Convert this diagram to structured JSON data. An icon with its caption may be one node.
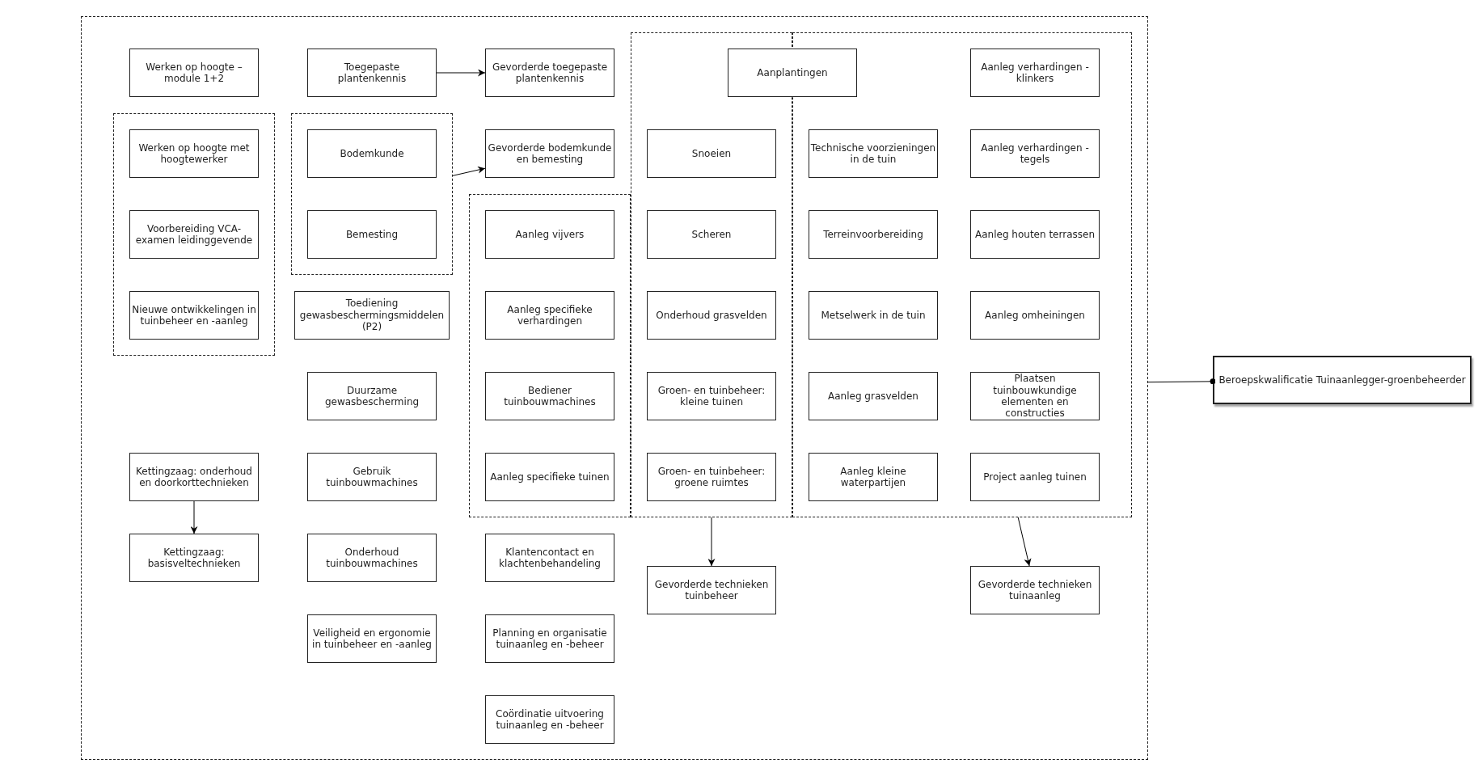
{
  "diagram": {
    "nodes": [
      {
        "text": [],
        "shape": "box"
      },
      {
        "text": [
          "Werken op hoogte – module 1+2"
        ],
        "in": 0
      },
      {
        "text": [
          "Toegepaste plantenkennis"
        ],
        "in": 0
      },
      {
        "text": [
          "Gevorderde toegepaste plantenkennis"
        ],
        "in": 0
      },
      {
        "text": [],
        "shape": "box",
        "in": 0
      },
      {
        "text": [],
        "shape": "box",
        "in": 0
      },
      {
        "text": [
          "Aanplantingen"
        ],
        "in": 0
      },
      {
        "text": [
          "Aanleg verhardingen - klinkers"
        ],
        "in": 5
      },
      {
        "text": [],
        "shape": "box",
        "in": 0
      },
      {
        "text": [],
        "shape": "box",
        "in": 0
      },
      {
        "text": [
          "Werken op hoogte met hoogtewerker"
        ],
        "in": 8
      },
      {
        "text": [
          "Bodemkunde"
        ],
        "in": 9
      },
      {
        "text": [
          "Gevorderde bodemkunde en bemesting"
        ],
        "in": 0
      },
      {
        "text": [
          "Snoeien"
        ],
        "in": 4
      },
      {
        "text": [
          "Technische voorzieningen in de tuin"
        ],
        "in": 5
      },
      {
        "text": [
          "Aanleg verhardingen - tegels"
        ],
        "in": 5
      },
      {
        "text": [],
        "shape": "box",
        "in": 0
      },
      {
        "text": [
          "Voorbereiding VCA-examen leidinggevende"
        ],
        "in": 8
      },
      {
        "text": [
          "Bemesting"
        ],
        "in": 9
      },
      {
        "text": [
          "Aanleg vijvers"
        ],
        "in": 16
      },
      {
        "text": [
          "Scheren"
        ],
        "in": 4
      },
      {
        "text": [
          "Terreinvoorbereiding"
        ],
        "in": 5
      },
      {
        "text": [
          "Aanleg houten terrassen"
        ],
        "in": 5
      },
      {
        "text": [
          "Nieuwe ontwikkelingen in tuinbeheer en -aanleg"
        ],
        "in": 8
      },
      {
        "text": [
          "Toediening gewasbeschermingsmiddelen (P2)"
        ],
        "in": 0
      },
      {
        "text": [
          "Aanleg specifieke verhardingen"
        ],
        "in": 16
      },
      {
        "text": [
          "Onderhoud grasvelden"
        ],
        "in": 4
      },
      {
        "text": [
          "Metselwerk in de tuin"
        ],
        "in": 5
      },
      {
        "text": [
          "Aanleg omheiningen"
        ],
        "in": 5
      },
      {
        "text": [
          "Duurzame gewasbescherming"
        ],
        "in": 0
      },
      {
        "text": [
          "Bediener tuinbouwmachines"
        ],
        "in": 16
      },
      {
        "text": [
          "Groen- en tuinbeheer: kleine tuinen"
        ],
        "in": 4
      },
      {
        "text": [
          "Aanleg grasvelden"
        ],
        "in": 5
      },
      {
        "text": [
          "Plaatsen tuinbouwkundige elementen en constructies"
        ],
        "in": 5
      },
      {
        "text": [
          "Kettingzaag: onderhoud en doorkorttechnieken"
        ],
        "in": 0
      },
      {
        "text": [
          "Gebruik tuinbouwmachines"
        ],
        "in": 0
      },
      {
        "text": [
          "Aanleg specifieke tuinen"
        ],
        "in": 16
      },
      {
        "text": [
          "Groen- en tuinbeheer: groene ruimtes"
        ],
        "in": 4
      },
      {
        "text": [
          "Aanleg kleine waterpartijen"
        ],
        "in": 5
      },
      {
        "text": [
          "Project aanleg tuinen"
        ],
        "in": 5
      },
      {
        "text": [
          "Kettingzaag: basisveltechnieken"
        ],
        "in": 0
      },
      {
        "text": [
          "Onderhoud tuinbouwmachines"
        ],
        "in": 0
      },
      {
        "text": [
          "Klantencontact en klachtenbehandeling"
        ],
        "in": 0
      },
      {
        "text": [
          "Gevorderde technieken tuinbeheer"
        ],
        "in": 0
      },
      {
        "text": [
          "Gevorderde technieken tuinaanleg"
        ],
        "in": 0
      },
      {
        "text": [
          "Veiligheid en ergonomie in tuinbeheer en -aanleg"
        ],
        "in": 0
      },
      {
        "text": [
          "Planning en organisatie tuinaanleg en -beheer"
        ],
        "in": 0
      },
      {
        "text": [
          "Coördinatie uitvoering tuinaanleg en -beheer"
        ],
        "in": 0
      },
      {
        "text": [
          "Beroepskwalificatie Tuinaanlegger-groenbeheerder"
        ]
      }
    ],
    "edges": [
      {
        "from": 2,
        "to": 3,
        "arrow": "to"
      },
      {
        "from": 9,
        "to": 12,
        "arrow": "to"
      },
      {
        "from": 34,
        "to": 40,
        "arrow": "to"
      },
      {
        "from": 4,
        "to": 43,
        "arrow": "to"
      },
      {
        "from": 5,
        "to": 44,
        "arrow": "to"
      },
      {
        "from": 0,
        "to": 48,
        "arrow": "other"
      }
    ]
  }
}
